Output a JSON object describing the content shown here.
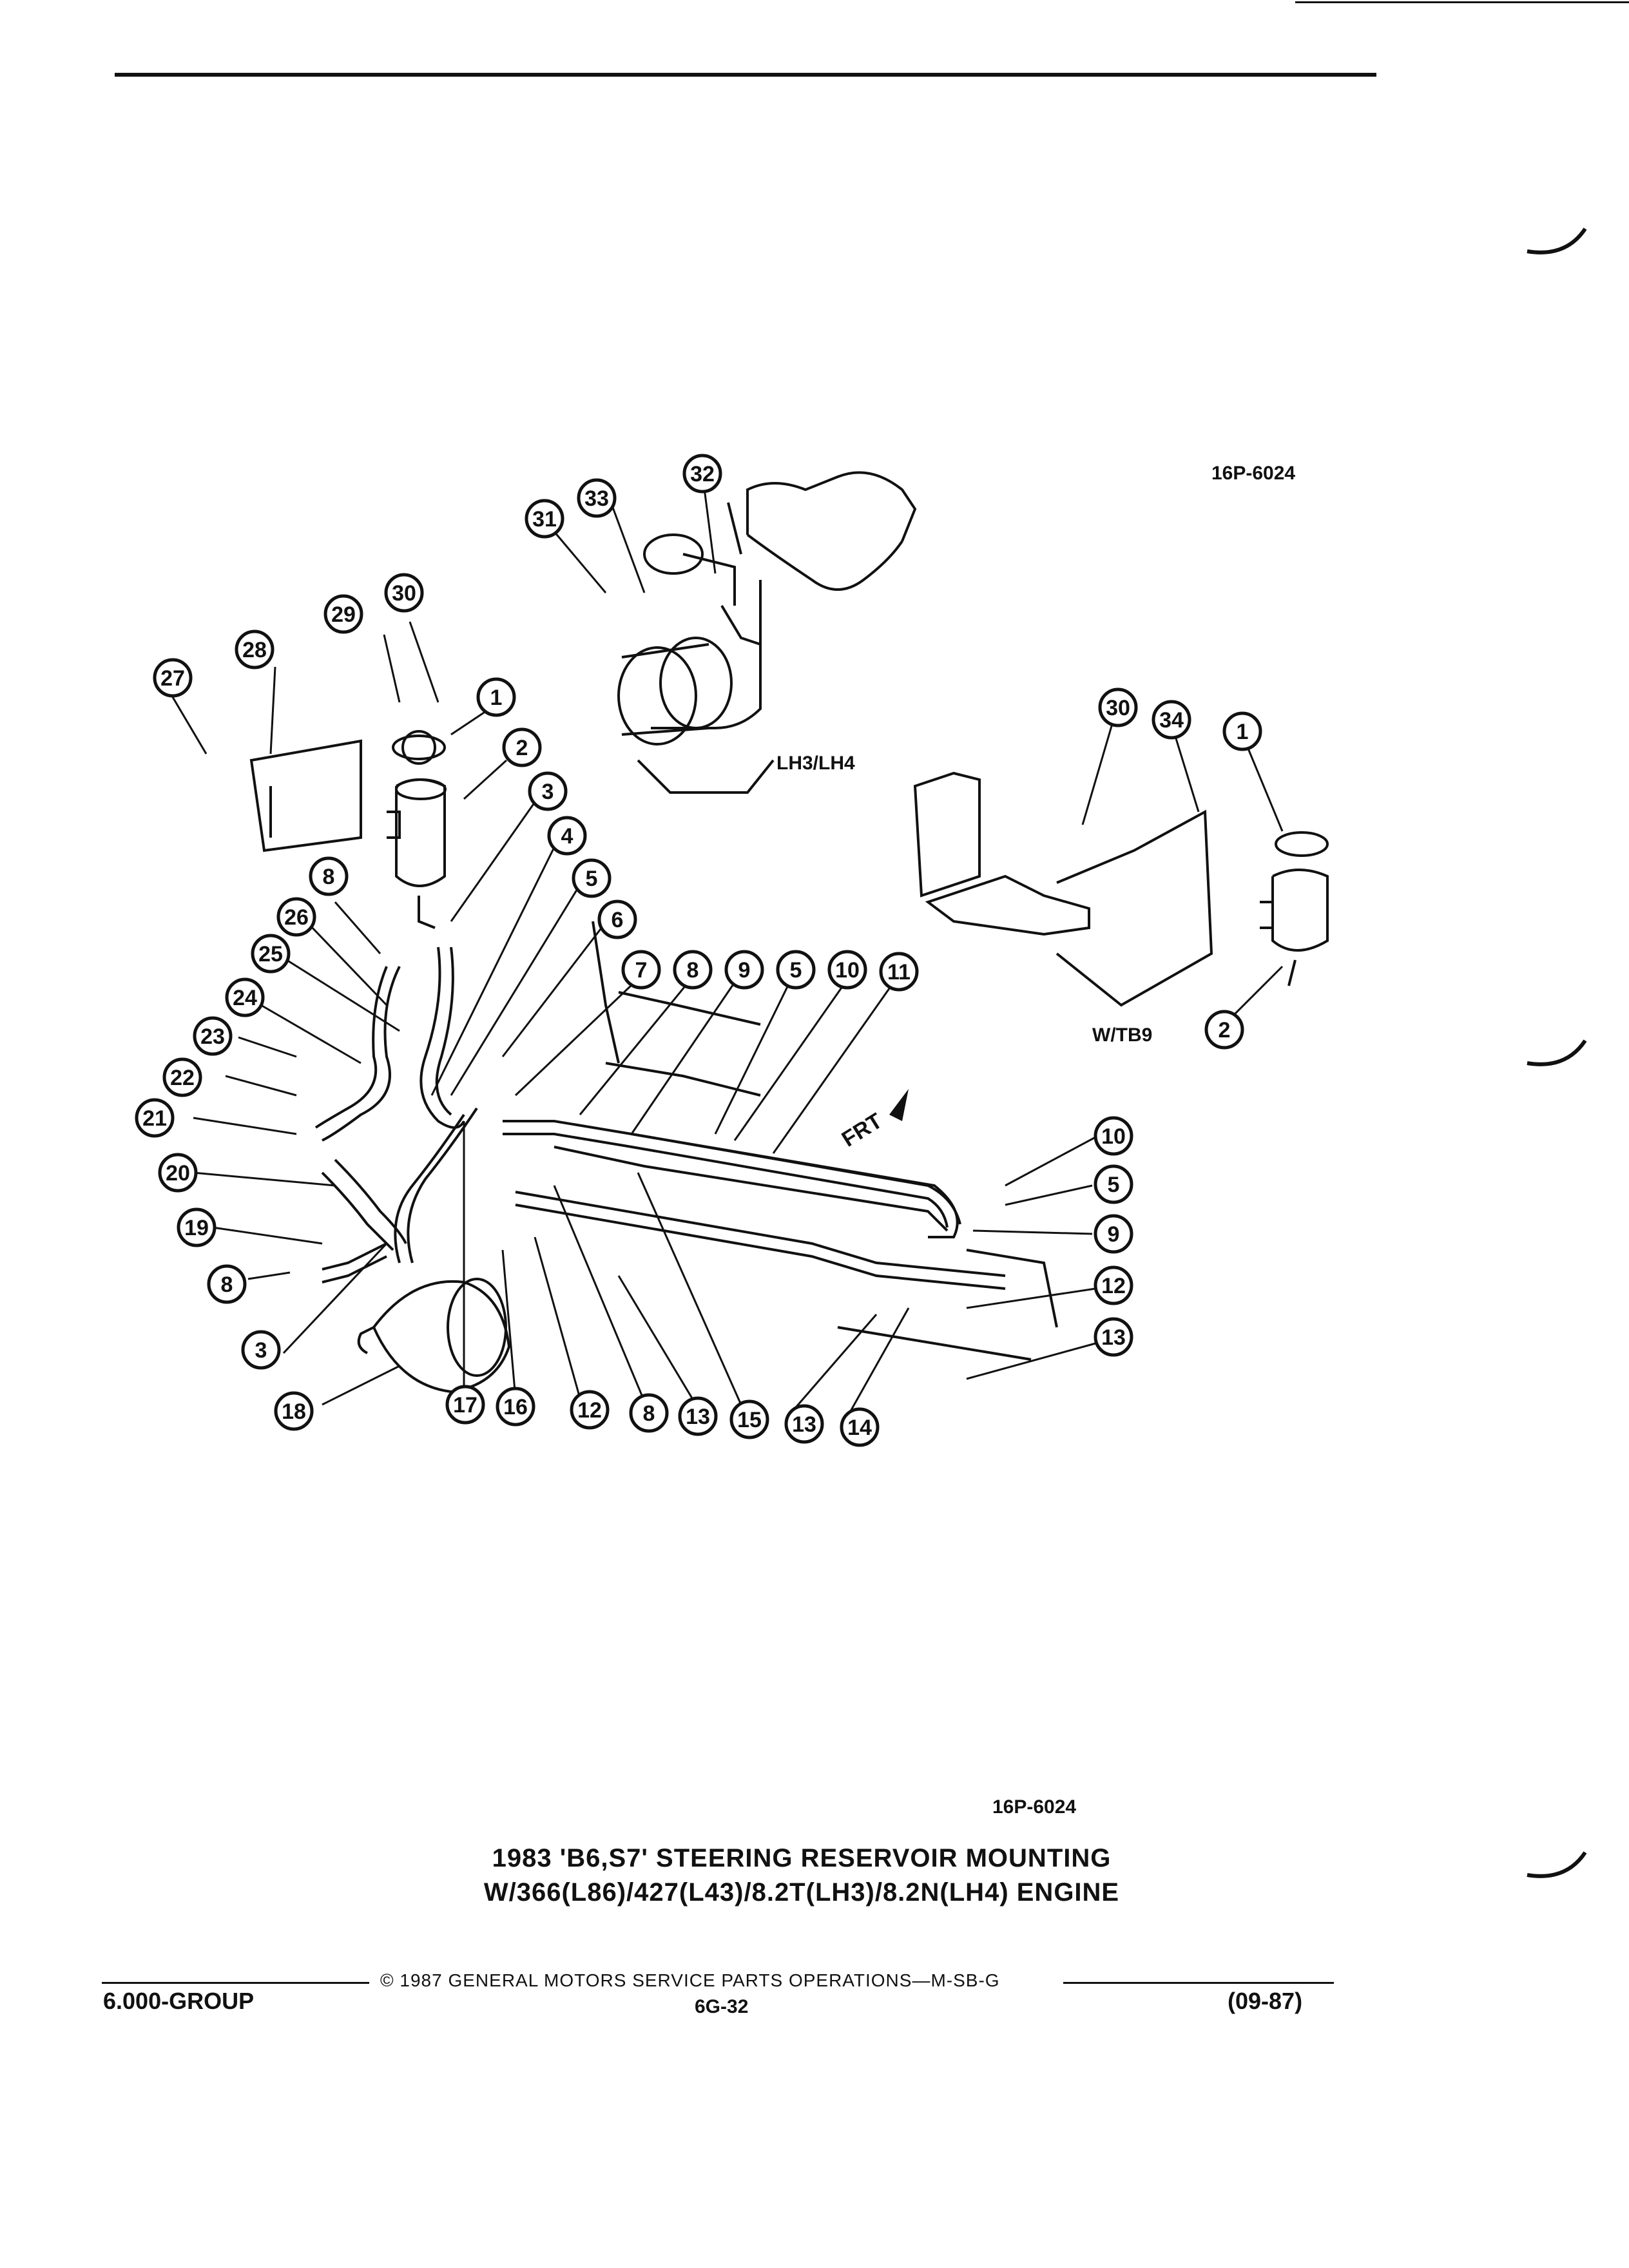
{
  "header": {
    "figure_ref": "16P-6024"
  },
  "insets": {
    "engine_label": "LH3/LH4",
    "bracket_label": "W/TB9",
    "front_label": "FRT"
  },
  "figure_ref_bottom": "16P-6024",
  "title": {
    "line1": "1983 'B6,S7' STEERING RESERVOIR MOUNTING",
    "line2": "W/366(L86)/427(L43)/8.2T(LH3)/8.2N(LH4) ENGINE"
  },
  "footer": {
    "copyright": "© 1987 GENERAL MOTORS SERVICE PARTS OPERATIONS—M-SB-G",
    "group": "6.000-GROUP",
    "page": "6G-32",
    "date": "(09-87)"
  },
  "callouts": [
    {
      "n": "32"
    },
    {
      "n": "33"
    },
    {
      "n": "31"
    },
    {
      "n": "30"
    },
    {
      "n": "29"
    },
    {
      "n": "28"
    },
    {
      "n": "27"
    },
    {
      "n": "1"
    },
    {
      "n": "2"
    },
    {
      "n": "3"
    },
    {
      "n": "4"
    },
    {
      "n": "8"
    },
    {
      "n": "5"
    },
    {
      "n": "26"
    },
    {
      "n": "6"
    },
    {
      "n": "25"
    },
    {
      "n": "7"
    },
    {
      "n": "8"
    },
    {
      "n": "9"
    },
    {
      "n": "5"
    },
    {
      "n": "10"
    },
    {
      "n": "11"
    },
    {
      "n": "24"
    },
    {
      "n": "23"
    },
    {
      "n": "22"
    },
    {
      "n": "21"
    },
    {
      "n": "20"
    },
    {
      "n": "19"
    },
    {
      "n": "8"
    },
    {
      "n": "3"
    },
    {
      "n": "18"
    },
    {
      "n": "17"
    },
    {
      "n": "16"
    },
    {
      "n": "12"
    },
    {
      "n": "8"
    },
    {
      "n": "13"
    },
    {
      "n": "15"
    },
    {
      "n": "13"
    },
    {
      "n": "14"
    },
    {
      "n": "10"
    },
    {
      "n": "5"
    },
    {
      "n": "9"
    },
    {
      "n": "12"
    },
    {
      "n": "13"
    },
    {
      "n": "30"
    },
    {
      "n": "34"
    },
    {
      "n": "1"
    },
    {
      "n": "2"
    }
  ]
}
